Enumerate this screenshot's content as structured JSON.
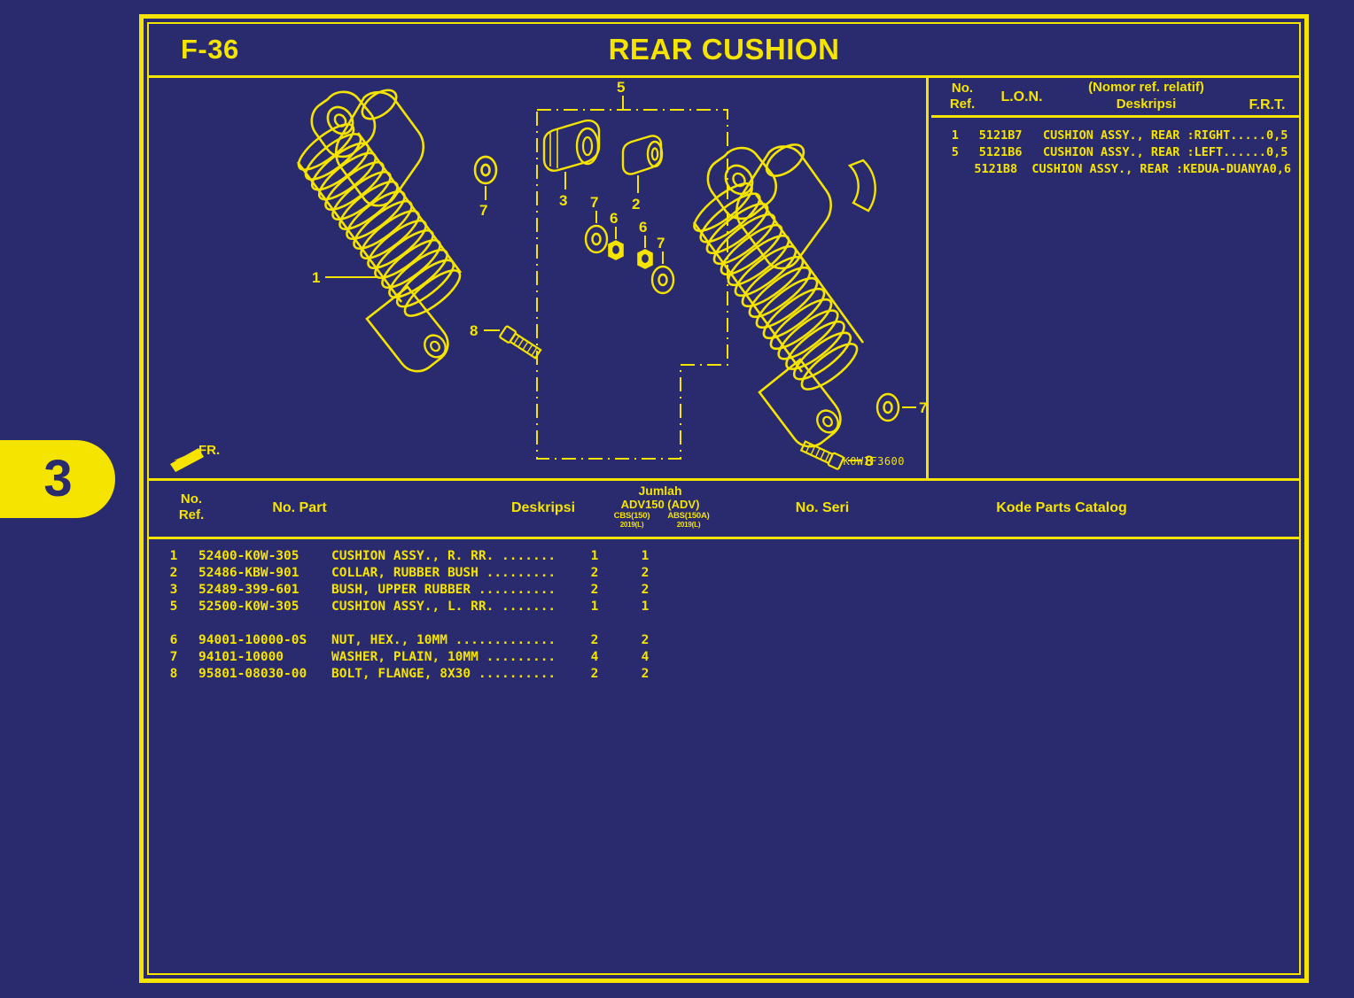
{
  "colors": {
    "background": "#2a2a6e",
    "accent": "#f5e400",
    "text": "#f5e400"
  },
  "side_tab": {
    "number": "3"
  },
  "header": {
    "figure_code": "F-36",
    "title": "REAR CUSHION"
  },
  "diagram": {
    "code": "KOWIF3600",
    "orientation_label": "FR.",
    "callouts": [
      "1",
      "2",
      "3",
      "5",
      "6",
      "7",
      "8"
    ]
  },
  "lon_table": {
    "headers": {
      "no_ref": "No.\nRef.",
      "no_ref_line1": "No.",
      "no_ref_line2": "Ref.",
      "lon": "L.O.N.",
      "desc_line1": "(Nomor ref. relatif)",
      "desc_line2": "Deskripsi",
      "frt": "F.R.T."
    },
    "rows": [
      {
        "ref": "1",
        "lon": "5121B7",
        "desc": "CUSHION ASSY., REAR :RIGHT.....",
        "frt": "0,5"
      },
      {
        "ref": "5",
        "lon": "5121B6",
        "desc": "CUSHION ASSY., REAR :LEFT......",
        "frt": "0,5"
      },
      {
        "ref": "",
        "lon": "5121B8",
        "desc": "CUSHION ASSY., REAR :KEDUA-DUANYA",
        "frt": "0,6"
      }
    ]
  },
  "parts_table": {
    "headers": {
      "no_ref_line1": "No.",
      "no_ref_line2": "Ref.",
      "no_part": "No. Part",
      "deskripsi": "Deskripsi",
      "jumlah": "Jumlah",
      "jumlah_model": "ADV150 (ADV)",
      "jumlah_col1": "CBS(150)",
      "jumlah_col1_year": "2019(L)",
      "jumlah_col2": "ABS(150A)",
      "jumlah_col2_year": "2019(L)",
      "no_seri": "No. Seri",
      "kode_parts_catalog": "Kode Parts Catalog"
    },
    "rows": [
      {
        "ref": "1",
        "part_no": "52400-K0W-305",
        "desc": "CUSHION ASSY., R. RR. .......",
        "qty1": "1",
        "qty2": "1",
        "seri": "",
        "kode": ""
      },
      {
        "ref": "2",
        "part_no": "52486-KBW-901",
        "desc": "COLLAR, RUBBER BUSH .........",
        "qty1": "2",
        "qty2": "2",
        "seri": "",
        "kode": ""
      },
      {
        "ref": "3",
        "part_no": "52489-399-601",
        "desc": "BUSH, UPPER RUBBER ..........",
        "qty1": "2",
        "qty2": "2",
        "seri": "",
        "kode": ""
      },
      {
        "ref": "5",
        "part_no": "52500-K0W-305",
        "desc": "CUSHION ASSY., L. RR. .......",
        "qty1": "1",
        "qty2": "1",
        "seri": "",
        "kode": ""
      },
      {
        "ref": "",
        "part_no": "",
        "desc": "",
        "qty1": "",
        "qty2": "",
        "seri": "",
        "kode": "",
        "spacer": true
      },
      {
        "ref": "6",
        "part_no": "94001-10000-0S",
        "desc": "NUT, HEX., 10MM .............",
        "qty1": "2",
        "qty2": "2",
        "seri": "",
        "kode": ""
      },
      {
        "ref": "7",
        "part_no": "94101-10000",
        "desc": "WASHER, PLAIN, 10MM .........",
        "qty1": "4",
        "qty2": "4",
        "seri": "",
        "kode": ""
      },
      {
        "ref": "8",
        "part_no": "95801-08030-00",
        "desc": "BOLT, FLANGE, 8X30 ..........",
        "qty1": "2",
        "qty2": "2",
        "seri": "",
        "kode": ""
      }
    ]
  }
}
